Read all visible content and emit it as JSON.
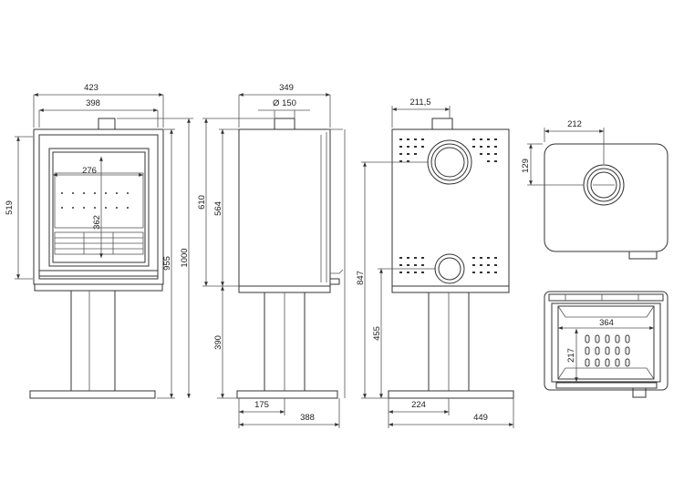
{
  "front_view": {
    "width_outer": "423",
    "width_inner": "398",
    "window_width": "276",
    "window_height": "362",
    "body_height": "519",
    "height_955": "955",
    "height_1000": "1000"
  },
  "side_view": {
    "depth": "349",
    "flue_diameter": "Ø 150",
    "body_height_610": "610",
    "body_height_564": "564",
    "pedestal_height": "390",
    "base_offset": "175",
    "base_depth": "388"
  },
  "rear_view": {
    "flue_offset": "211,5",
    "height_847": "847",
    "height_455": "455",
    "base_offset": "224",
    "base_width": "449"
  },
  "top_view": {
    "flue_offset_x": "212",
    "flue_offset_y": "129"
  },
  "section_view": {
    "firebox_width": "364",
    "firebox_height": "217"
  }
}
